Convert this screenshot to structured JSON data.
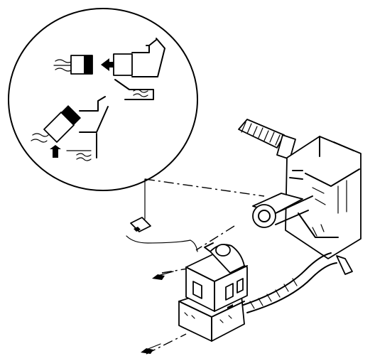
{
  "diagram": {
    "kind": "exploded technical line drawing",
    "colors": {
      "ink": "#000000",
      "paper": "#ffffff"
    },
    "icons": [
      "detail-circle-callout",
      "connector-housing-icon",
      "insertion-arrow-icon",
      "steering-column-assembly",
      "switch-module",
      "screw-icon",
      "wiring-harness"
    ]
  }
}
